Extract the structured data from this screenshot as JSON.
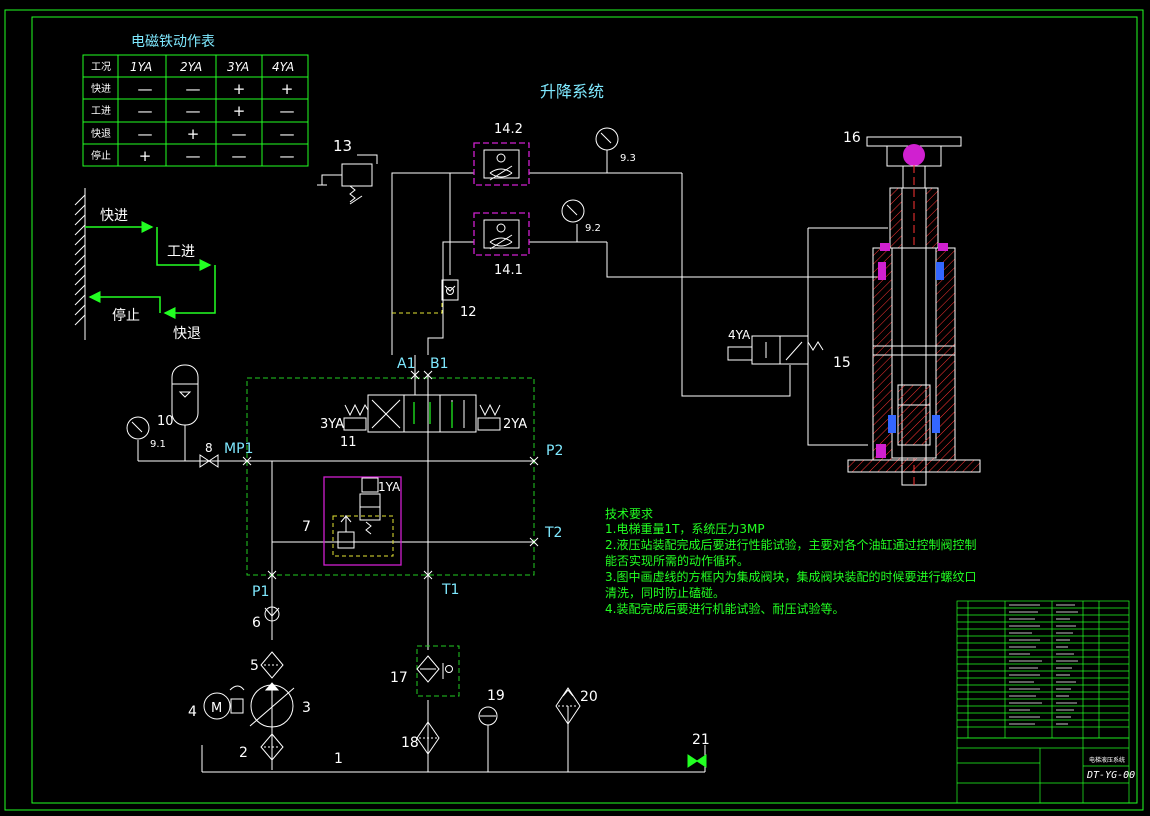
{
  "title": "升降系统",
  "solenoid_table": {
    "title": "电磁铁动作表",
    "headers": [
      "工况",
      "1YA",
      "2YA",
      "3YA",
      "4YA"
    ],
    "rows": [
      [
        "快进",
        "—",
        "—",
        "+",
        "+"
      ],
      [
        "工进",
        "—",
        "—",
        "+",
        "—"
      ],
      [
        "快退",
        "—",
        "+",
        "—",
        "—"
      ],
      [
        "停止",
        "+",
        "—",
        "—",
        "—"
      ]
    ]
  },
  "cycle": {
    "fast_forward": "快进",
    "work_feed": "工进",
    "fast_return": "快退",
    "stop": "停止"
  },
  "components": {
    "c1": "1",
    "c2": "2",
    "c3": "3",
    "c4": "4",
    "c5": "5",
    "c6": "6",
    "c7": "7",
    "c8": "8",
    "c10": "10",
    "c11": "11",
    "c12": "12",
    "c13": "13",
    "c14_1": "14.1",
    "c14_2": "14.2",
    "c15": "15",
    "c16": "16",
    "c17": "17",
    "c18": "18",
    "c19": "19",
    "c20": "20",
    "c21": "21",
    "g9_1": "9.1",
    "g9_2": "9.2",
    "g9_3": "9.3",
    "motor": "M"
  },
  "ports": {
    "a1": "A1",
    "b1": "B1",
    "mp1": "MP1",
    "p1": "P1",
    "p2": "P2",
    "t1": "T1",
    "t2": "T2"
  },
  "solenoids": {
    "ya1": "1YA",
    "ya2": "2YA",
    "ya3": "3YA",
    "ya4": "4YA"
  },
  "tech_requirements": {
    "heading": "技术要求",
    "items": [
      "1.电梯重量1T，系统压力3MP",
      "2.液压站装配完成后要进行性能试验，主要对各个油缸通过控制阀控制",
      "能否实现所需的动作循环。",
      "3.图中画虚线的方框内为集成阀块，集成阀块装配的时候要进行螺纹口",
      "清洗，同时防止磕碰。",
      "4.装配完成后要进行机能试验、耐压试验等。"
    ]
  },
  "title_block": {
    "drawing_no": "DT-YG-00",
    "name": "电梯液压系统"
  },
  "colors": {
    "background": "#000000",
    "line": "#ffffff",
    "label": "#7fe9ff",
    "note": "#22ff22",
    "border": "#22ff22",
    "block_dash": "#22cc22",
    "valve_box": "#d020d0",
    "cylinder_hatch": "#ff3333",
    "seal": "#3366ff",
    "pilot_dash": "#e6e633"
  }
}
